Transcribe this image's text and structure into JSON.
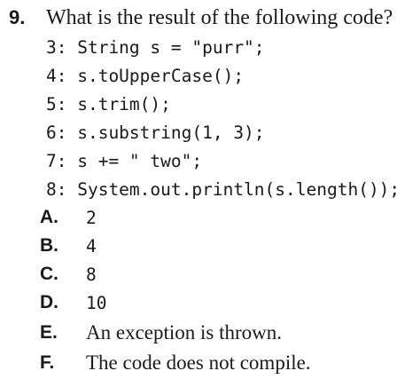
{
  "question": {
    "number": "9.",
    "prompt": "What is the result of the following code?",
    "code": [
      "3: String s = \"purr\";",
      "4: s.toUpperCase();",
      "5: s.trim();",
      "6: s.substring(1, 3);",
      "7: s += \" two\";",
      "8: System.out.println(s.length());"
    ],
    "options": [
      {
        "letter": "A.",
        "text": "2"
      },
      {
        "letter": "B.",
        "text": "4"
      },
      {
        "letter": "C.",
        "text": "8"
      },
      {
        "letter": "D.",
        "text": "10"
      },
      {
        "letter": "E.",
        "text": "An exception is thrown."
      },
      {
        "letter": "F.",
        "text": "The code does not compile."
      }
    ]
  }
}
